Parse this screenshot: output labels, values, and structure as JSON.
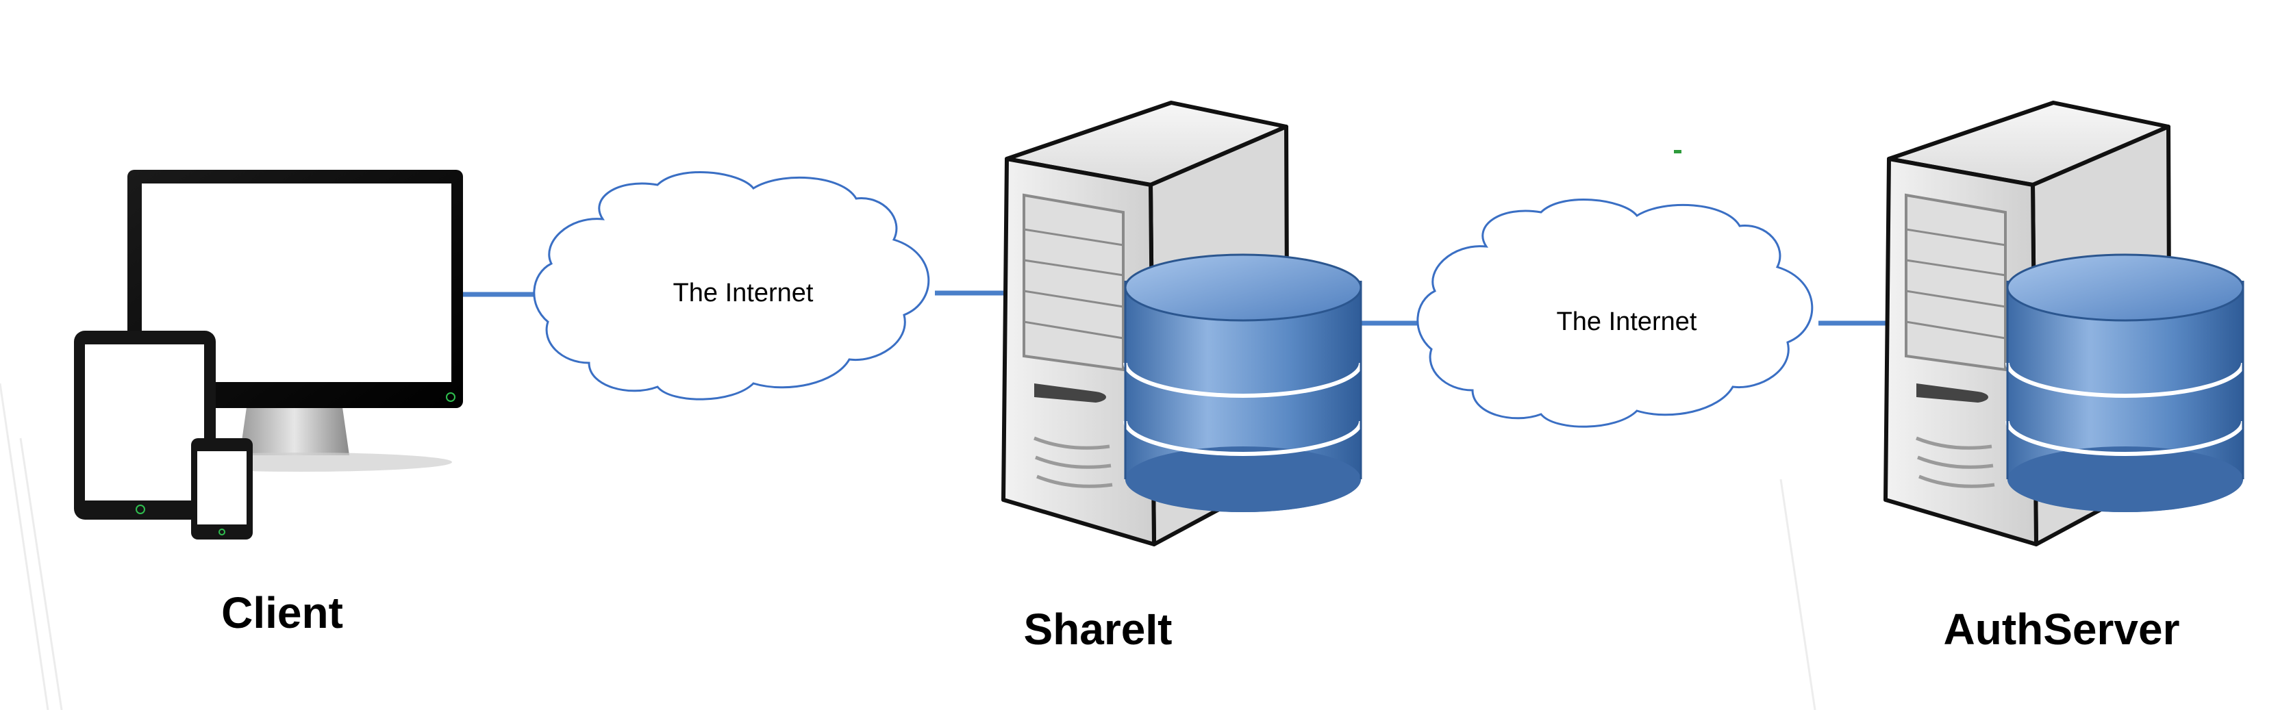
{
  "nodes": {
    "client": {
      "label": "Client"
    },
    "shareit": {
      "label": "ShareIt"
    },
    "authserver": {
      "label": "AuthServer"
    }
  },
  "clouds": [
    {
      "label": "The Internet"
    },
    {
      "label": "The Internet"
    }
  ],
  "colors": {
    "link": "#4a7fc9",
    "cloud_stroke": "#3a6fc4",
    "db_body": "#5b88c0",
    "server_body": "#e4e4e4",
    "device_frame": "#111111"
  }
}
